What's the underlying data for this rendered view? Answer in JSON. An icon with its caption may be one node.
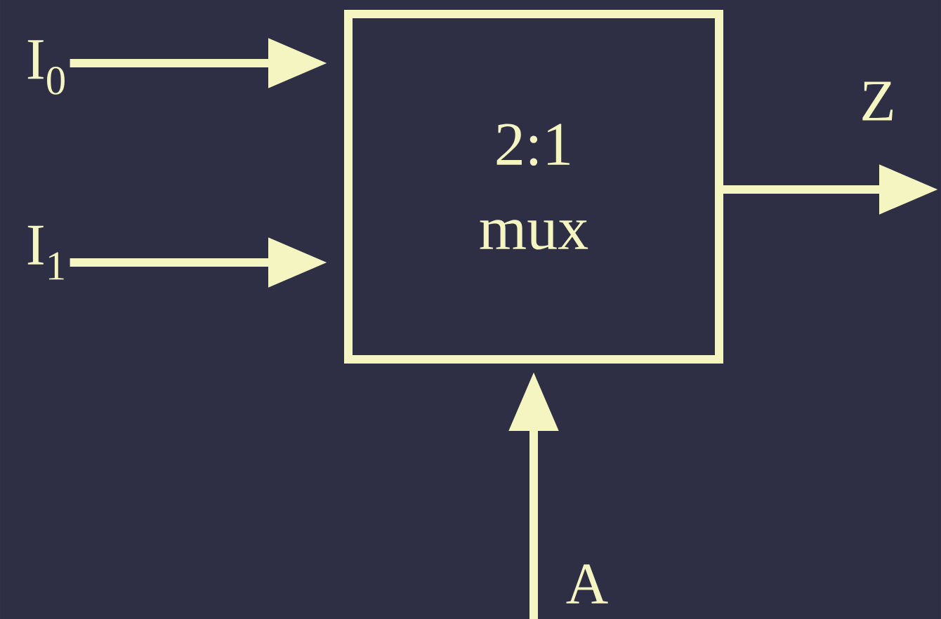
{
  "diagram": {
    "nodes": [
      {
        "text": [
          "2:1 mux"
        ]
      },
      {
        "text": [
          "I$_{0}$"
        ]
      },
      {
        "text": [
          "I$_{1}$"
        ]
      }
    ],
    "edges": [
      {
        "from": 1,
        "to": 0,
        "arrow": "to"
      },
      {
        "from": 2,
        "to": 0,
        "arrow": "to"
      },
      {
        "from": 0,
        "to": null,
        "arrow": "to",
        "label": "Z"
      },
      {
        "from": null,
        "to": 0,
        "arrow": "to",
        "label": "A"
      }
    ]
  }
}
